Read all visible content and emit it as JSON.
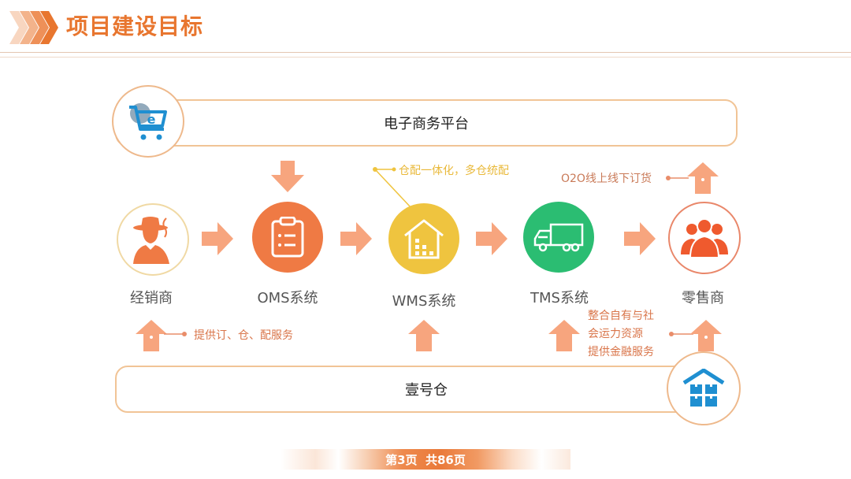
{
  "header": {
    "title": "项目建设目标",
    "accent_color": "#e8762f"
  },
  "top_bar": {
    "label": "电子商务平台",
    "icon": "shopping-cart-e-icon"
  },
  "bottom_bar": {
    "label": "壹号仓",
    "icon": "warehouse-icon"
  },
  "nodes": [
    {
      "label": "经销商",
      "icon": "dealer-person-icon",
      "color": "#ffffff"
    },
    {
      "label": "OMS系统",
      "icon": "clipboard-icon",
      "color": "#ef7a44"
    },
    {
      "label": "WMS系统",
      "icon": "warehouse-house-icon",
      "color": "#efc43f"
    },
    {
      "label": "TMS系统",
      "icon": "truck-icon",
      "color": "#2bbd72"
    },
    {
      "label": "零售商",
      "icon": "retailers-group-icon",
      "color": "#ffffff"
    }
  ],
  "annotations": {
    "wms": "仓配一体化，多仓统配",
    "o2o": "O2O线上线下订货",
    "dealer_service": "提供订、仓、配服务",
    "tms_lines": [
      "整合自有与社",
      "会运力资源",
      "提供金融服务"
    ]
  },
  "pager": {
    "text": "第3页  共86页"
  }
}
